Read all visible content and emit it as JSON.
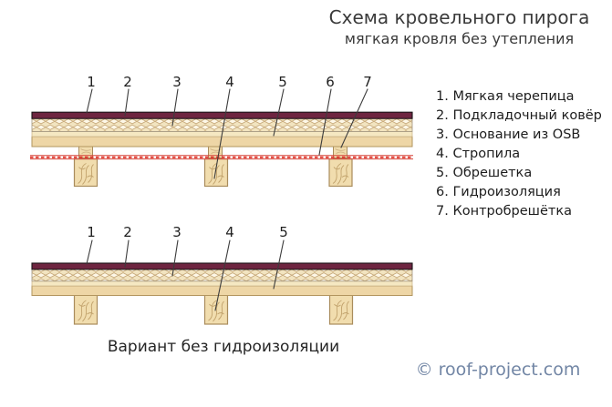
{
  "title": "Схема кровельного пирога",
  "subtitle": "мягкая кровля без утепления",
  "legend": {
    "items": [
      "1. Мягкая черепица",
      "2. Подкладочный ковёр",
      "3. Основание из OSB",
      "4. Стропила",
      "5. Обрешетка",
      "6. Гидроизоляция",
      "7. Контробрешётка"
    ]
  },
  "top_diagram": {
    "callouts": [
      "1",
      "2",
      "3",
      "4",
      "5",
      "6",
      "7"
    ]
  },
  "bottom_diagram": {
    "callouts": [
      "1",
      "2",
      "3",
      "4",
      "5"
    ],
    "caption": "Вариант без гидроизоляции"
  },
  "watermark": "© roof-project.com",
  "colors": {
    "shingle_maroon": "#6e2540",
    "osb_cream": "#f2e4c0",
    "osb_diamond": "#fdf7e7",
    "batten_tan": "#eed6a6",
    "rafter_wood": "#f1ddae",
    "wood_border": "#a98c5c",
    "waterproofing_red": "#df4033",
    "watermark_blue": "#7286a5",
    "text_dark": "#1f1f1f"
  }
}
